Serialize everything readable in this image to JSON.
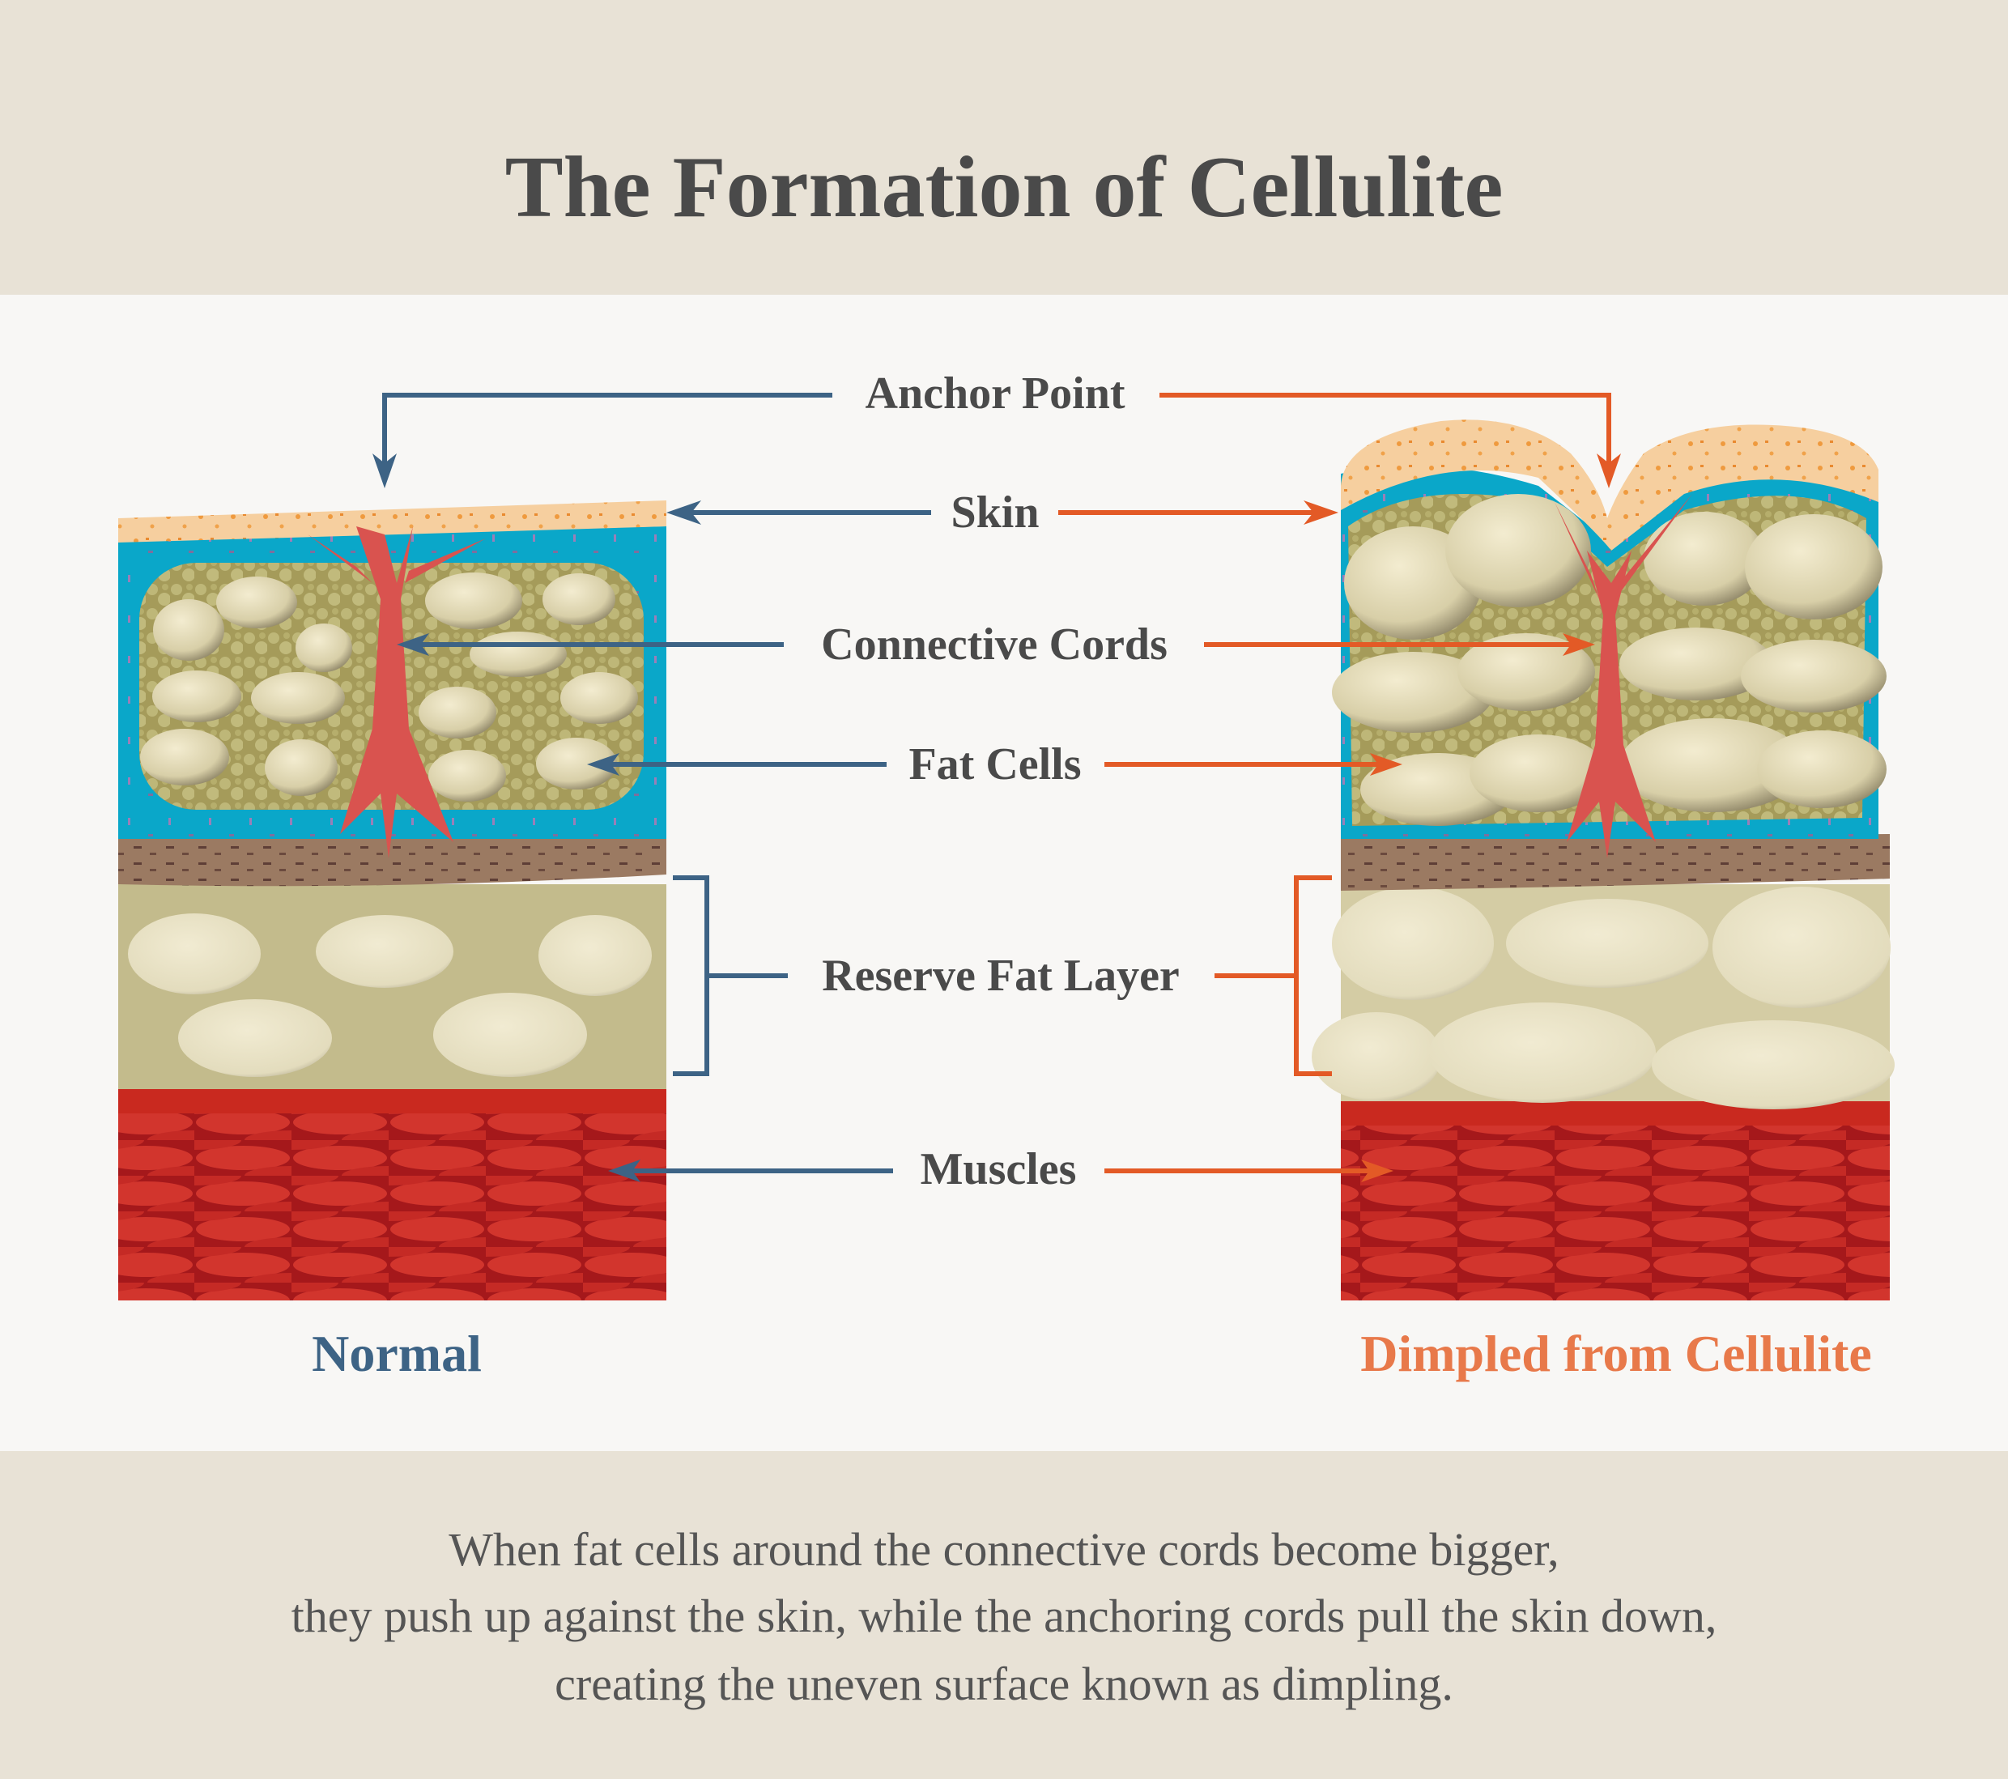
{
  "title": "The Formation of Cellulite",
  "labels": {
    "anchor_point": "Anchor Point",
    "skin": "Skin",
    "connective_cords": "Connective Cords",
    "fat_cells": "Fat Cells",
    "reserve_fat_layer": "Reserve Fat Layer",
    "muscles": "Muscles"
  },
  "captions": {
    "normal": "Normal",
    "dimpled": "Dimpled from Cellulite"
  },
  "footer": {
    "lines": [
      "When fat cells around the connective cords become bigger,",
      "they push up against the skin, while the anchoring cords pull the skin down,",
      "creating the uneven surface known as dimpling."
    ]
  },
  "colors": {
    "normal": "#3d6385",
    "dimpled": "#e35a26",
    "caption_dimpled": "#e8794a",
    "skin": "#f6cf9f",
    "dermis": "#0aa7c9",
    "fat": "#b2ab68",
    "muscle": "#b51d1f"
  }
}
